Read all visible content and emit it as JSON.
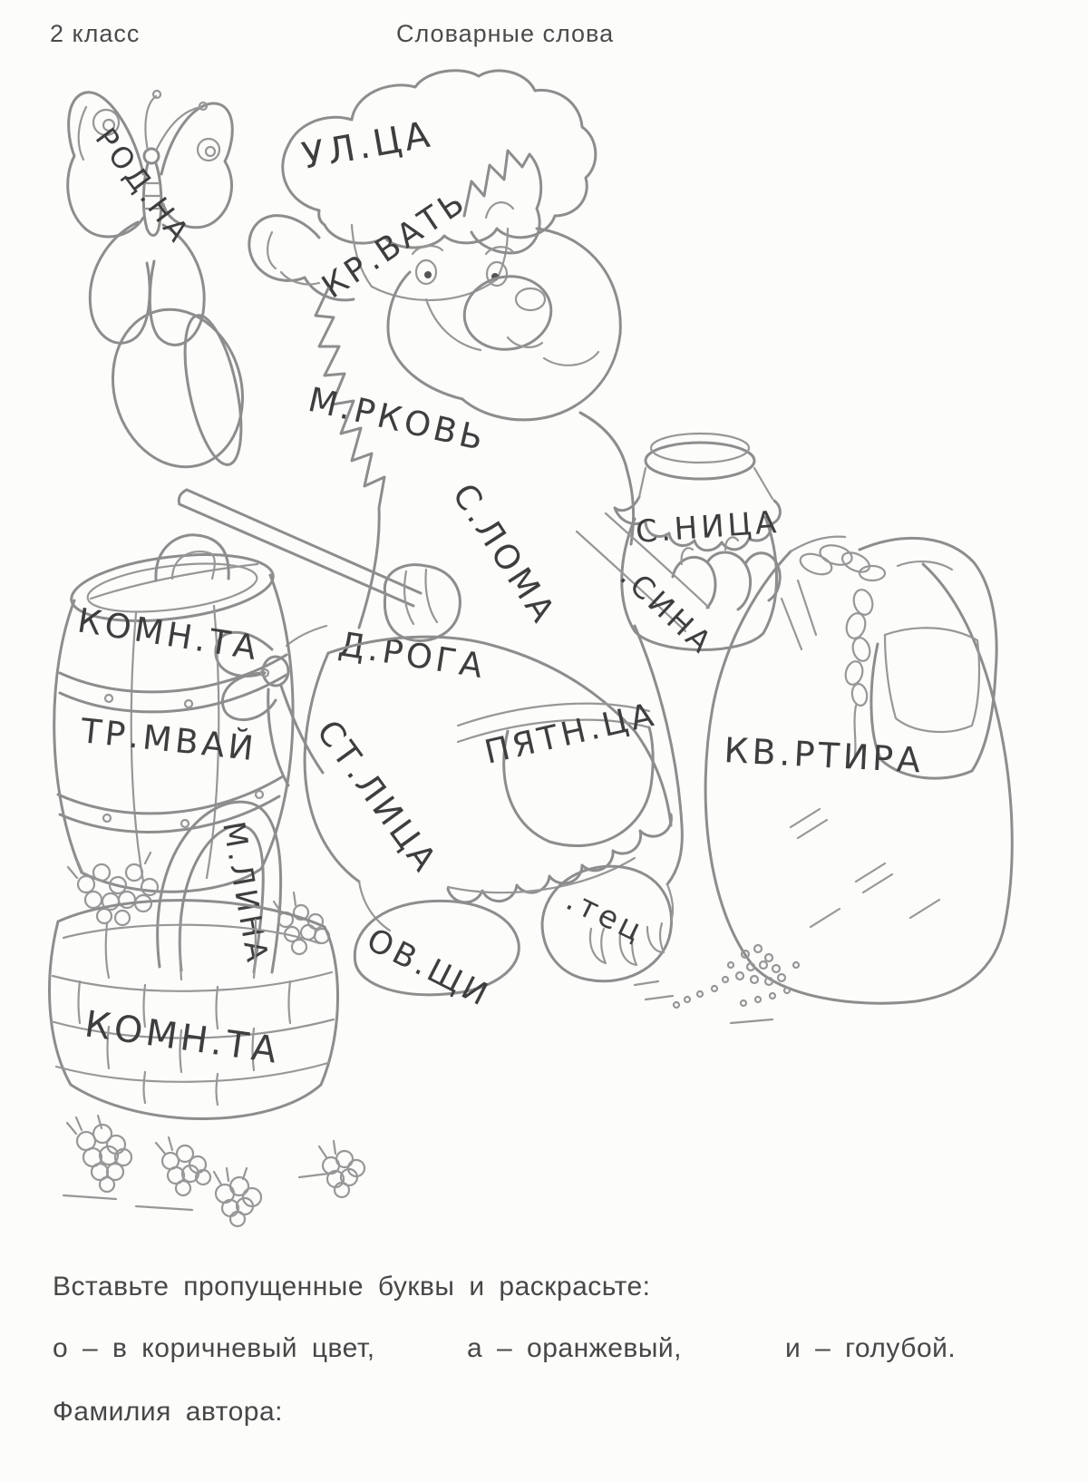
{
  "header": {
    "grade": "2 класс",
    "title": "Словарные слова"
  },
  "labels": {
    "butterfly": "РОД.НА",
    "hat": "УЛ.ЦА",
    "face": "КР.ВАТЬ",
    "chest": "М.РКОВЬ",
    "belly": "С.ЛОМА",
    "jar": "С.НИЦА",
    "arm": ".СИНА",
    "paw": "Д.РОГА",
    "barrel_top": "КОМН.ТА",
    "barrel_bottom": "ТР.МВАЙ",
    "basket_handle": "М.ЛИНА",
    "leg": "СТ.ЛИЦА",
    "pocket": "ПЯТН.ЦА",
    "sack": "КВ.РТИРА",
    "foot_left": "ОВ.ЩИ",
    "foot_right": ".тец",
    "basket": "КОМН.ТА"
  },
  "instructions": {
    "task": "Вставьте пропущенные буквы и раскрасьте:",
    "brown": "о – в коричневый цвет,",
    "orange": "а – оранжевый,",
    "blue": "и – голубой.",
    "author": "Фамилия автора:"
  },
  "colors": {
    "paper": "#fcfcfb",
    "pencil_line": "#8d8d8d",
    "ink_text": "#3e3e3e",
    "print_text": "#4a4a4a"
  }
}
